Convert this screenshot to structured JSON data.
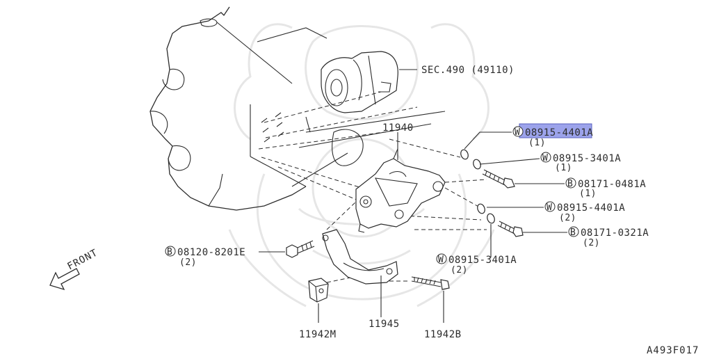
{
  "callouts": {
    "sec": "SEC.490 (49110)",
    "bracket_main": "11940",
    "w1_code": "08915-4401A",
    "w1_qty": "(1)",
    "w1_prefix": "W",
    "w2_code": "08915-3401A",
    "w2_qty": "(1)",
    "w2_prefix": "W",
    "b1_code": "08171-0481A",
    "b1_qty": "(1)",
    "b1_prefix": "B",
    "w3_code": "08915-4401A",
    "w3_qty": "(2)",
    "w3_prefix": "W",
    "b2_code": "08171-0321A",
    "b2_qty": "(2)",
    "b2_prefix": "B",
    "b3_code": "08120-8201E",
    "b3_qty": "(2)",
    "b3_prefix": "B",
    "w4_code": "08915-3401A",
    "w4_qty": "(2)",
    "w4_prefix": "W",
    "p11942m": "11942M",
    "p11945": "11945",
    "p11942b": "11942B"
  },
  "front_label": "FRONT",
  "figure_id": "A493F017",
  "highlight_color": "#8b93e8"
}
